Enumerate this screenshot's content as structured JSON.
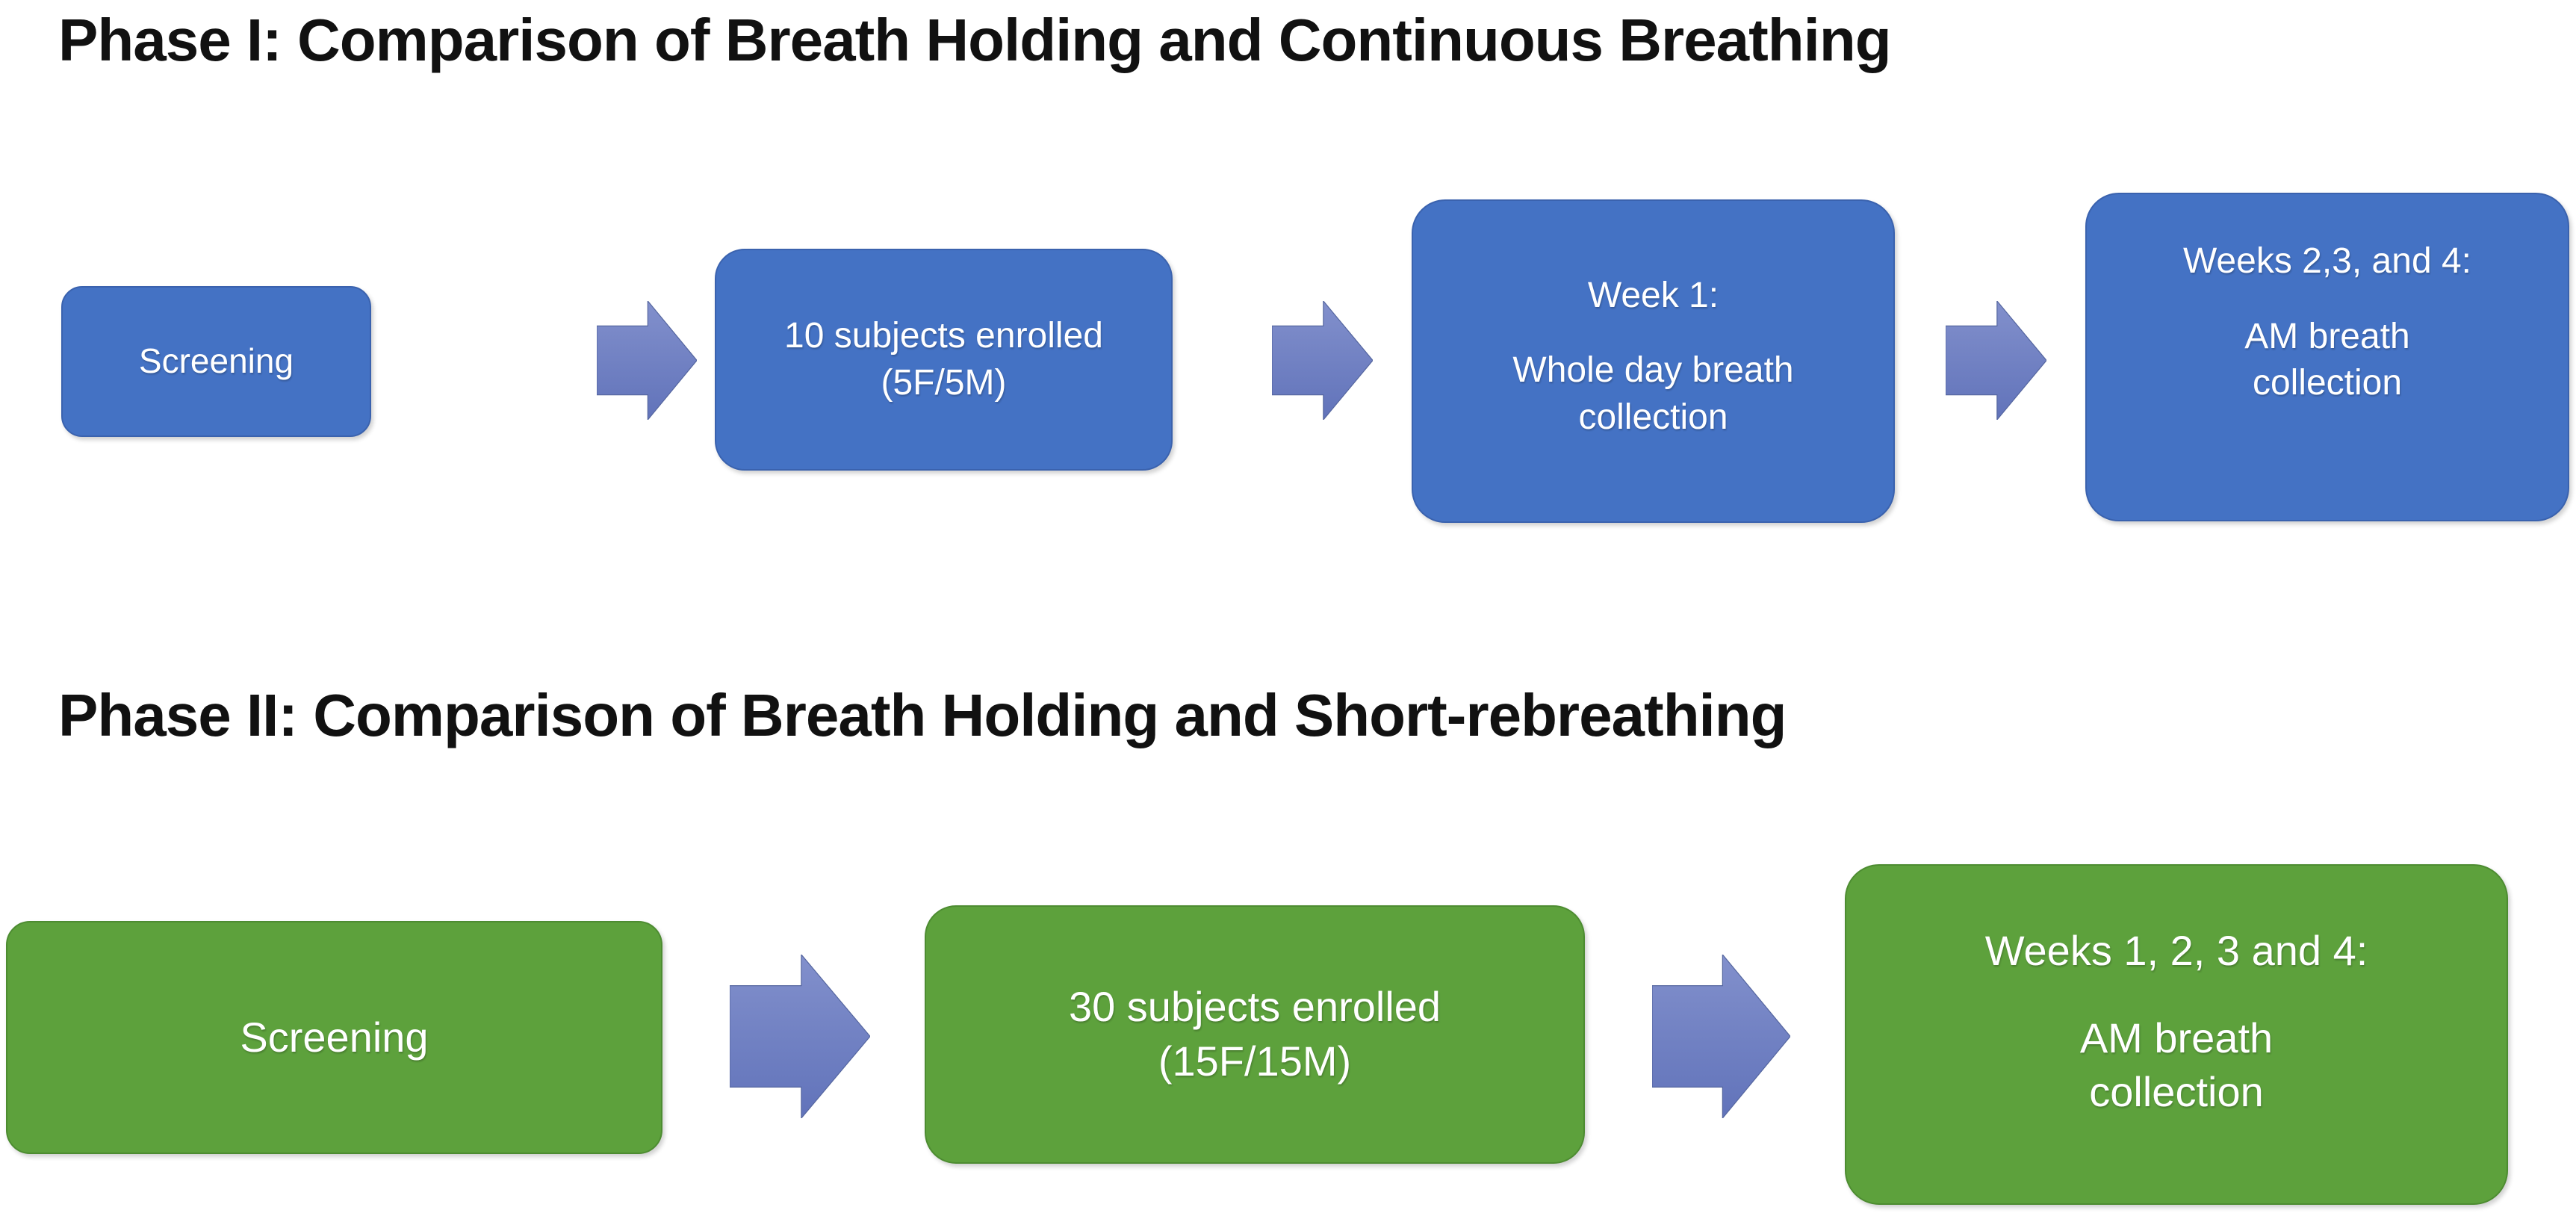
{
  "colors": {
    "background": "#ffffff",
    "title_text": "#111111",
    "box_text": "#ffffff",
    "phase1_box_blue": "#4472c4",
    "phase1_box_border": "#3a62ae",
    "phase2_box_green": "#5da13c",
    "phase2_box_border": "#4d8c31",
    "arrow_fill_top": "#8290cc",
    "arrow_fill_bottom": "#6173ba",
    "arrow_edge": "#55669f"
  },
  "icons": {
    "arrow": "right-block-arrow"
  },
  "phase1": {
    "title": "Phase I: Comparison of Breath Holding and Continuous Breathing",
    "boxes": [
      {
        "text": "Screening"
      },
      {
        "text": "10 subjects enrolled (5F/5M)"
      },
      {
        "line1": "Week 1:",
        "line2": "Whole day breath collection"
      },
      {
        "line1": "Weeks 2,3, and 4:",
        "line2": "AM breath collection"
      }
    ]
  },
  "phase2": {
    "title": "Phase II: Comparison of Breath Holding and Short-rebreathing",
    "boxes": [
      {
        "text": "Screening"
      },
      {
        "text": "30 subjects enrolled (15F/15M)"
      },
      {
        "line1": "Weeks 1, 2, 3 and 4:",
        "line2": "AM breath collection"
      }
    ]
  }
}
